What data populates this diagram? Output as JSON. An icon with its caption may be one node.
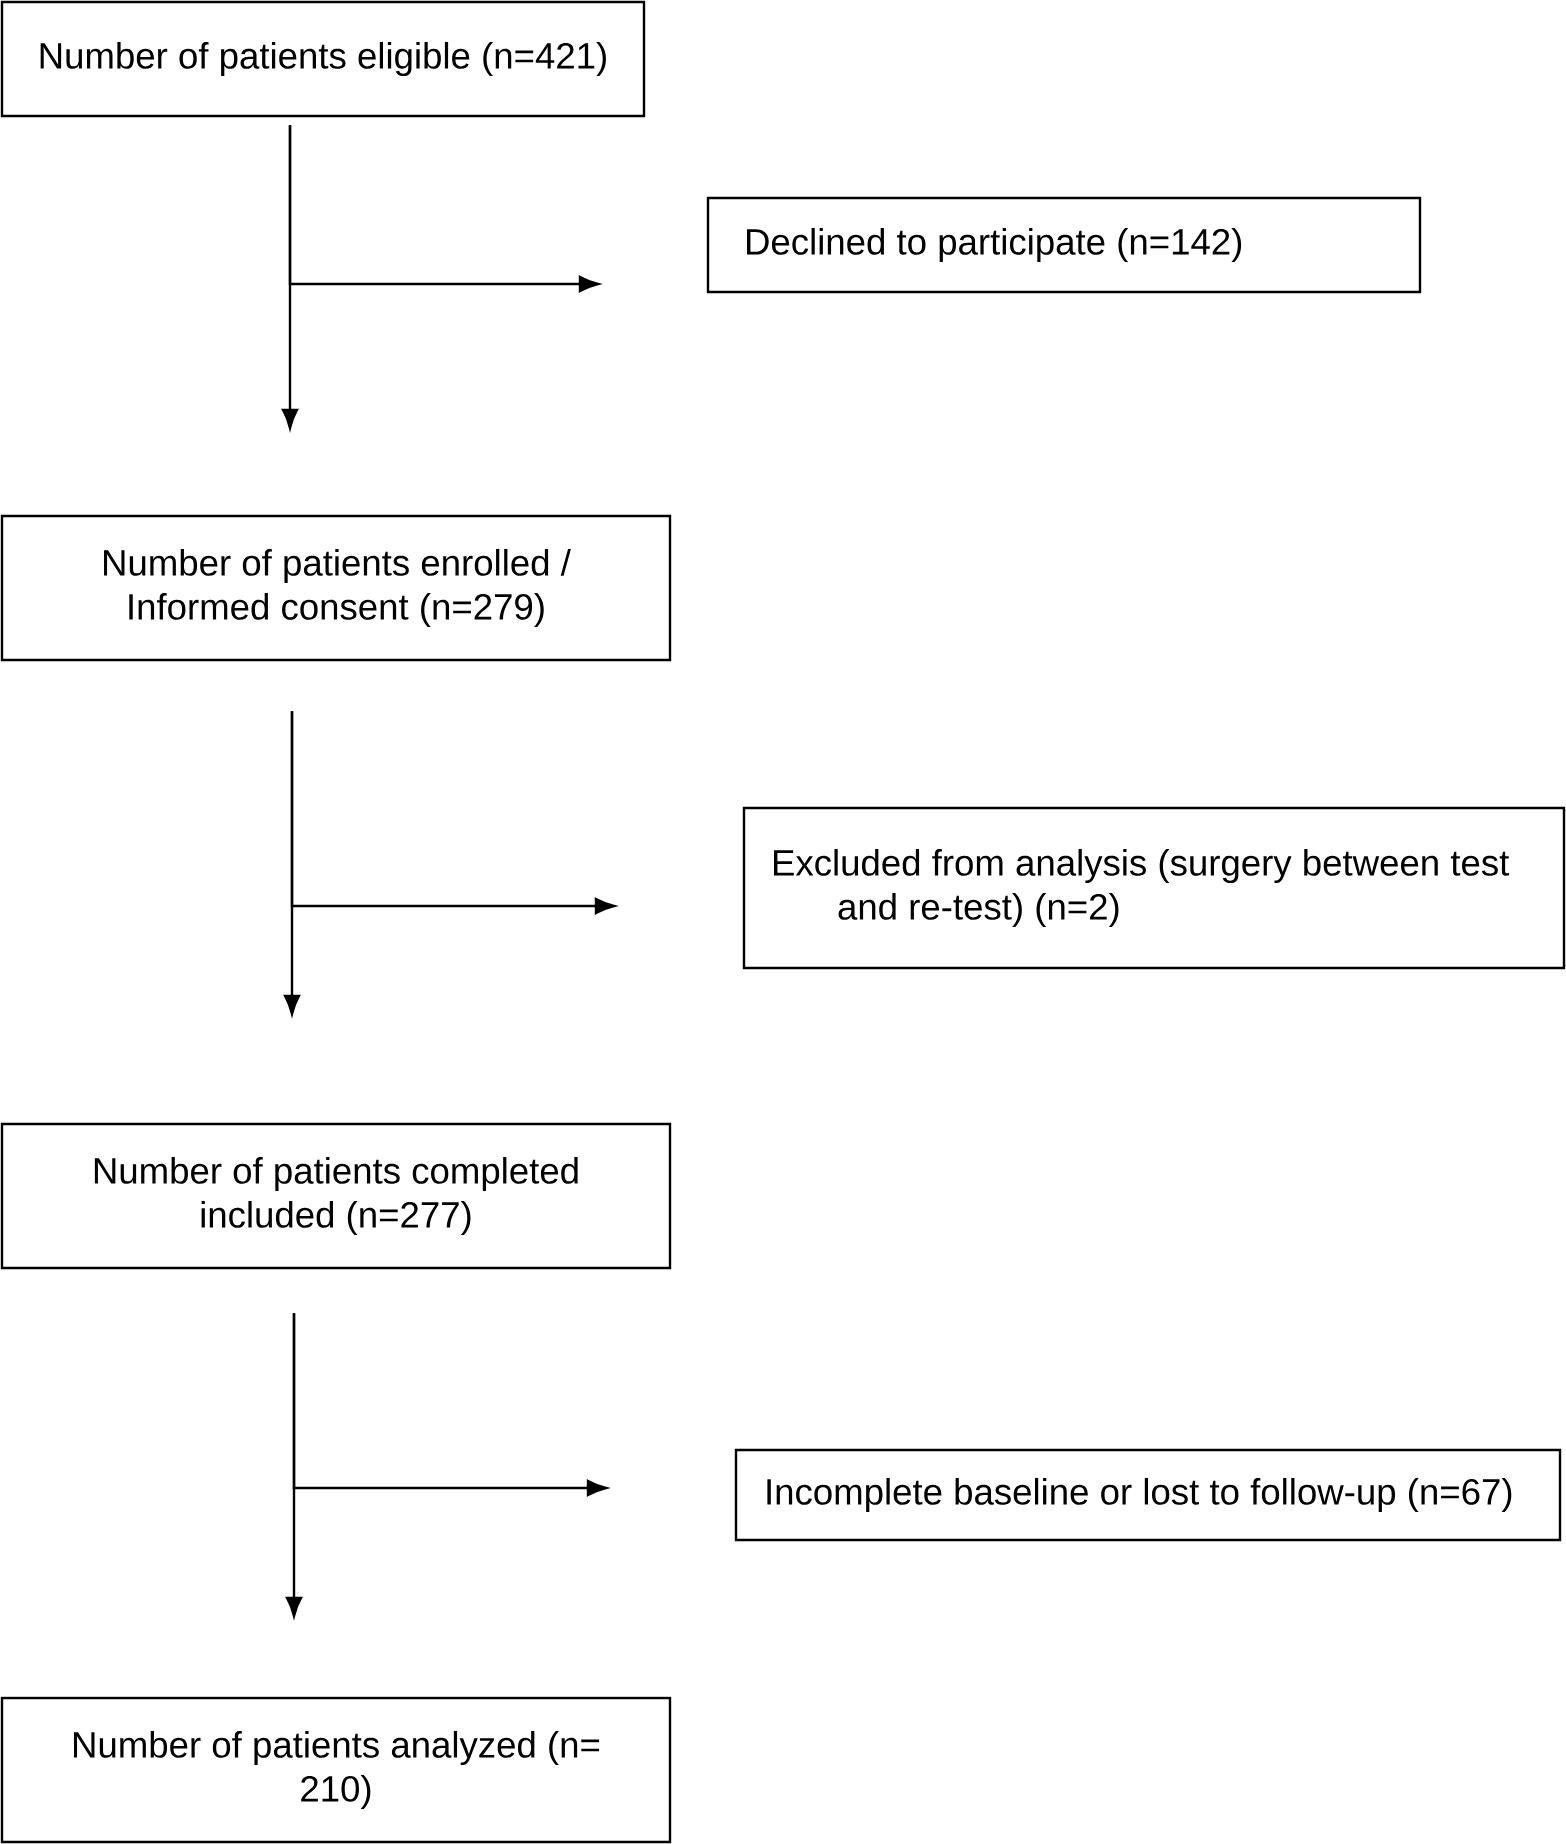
{
  "diagram": {
    "nodes": [
      {
        "text": [
          "Number of patients eligible (n=421)"
        ]
      },
      {
        "text": [
          "Declined to participate (n=142)"
        ]
      },
      {
        "text": [
          "Number of patients enrolled / Informed consent (n=279)"
        ]
      },
      {
        "text": [
          "Excluded from analysis (surgery between test and re-test) (n=2)"
        ]
      },
      {
        "text": [
          "Number of patients completed included (n=277)"
        ]
      },
      {
        "text": [
          "Incomplete baseline or lost to follow-up (n=67)"
        ]
      },
      {
        "text": [
          "Number of patients analyzed (n= 210)"
        ]
      }
    ],
    "edges": [
      {
        "from": 0,
        "to": 2,
        "arrow": "to"
      },
      {
        "from": 0,
        "to": 1,
        "arrow": "to"
      },
      {
        "from": 2,
        "to": 4,
        "arrow": "to"
      },
      {
        "from": 2,
        "to": 3,
        "arrow": "to"
      },
      {
        "from": 4,
        "to": 6,
        "arrow": "to"
      },
      {
        "from": 4,
        "to": 5,
        "arrow": "to"
      }
    ]
  }
}
